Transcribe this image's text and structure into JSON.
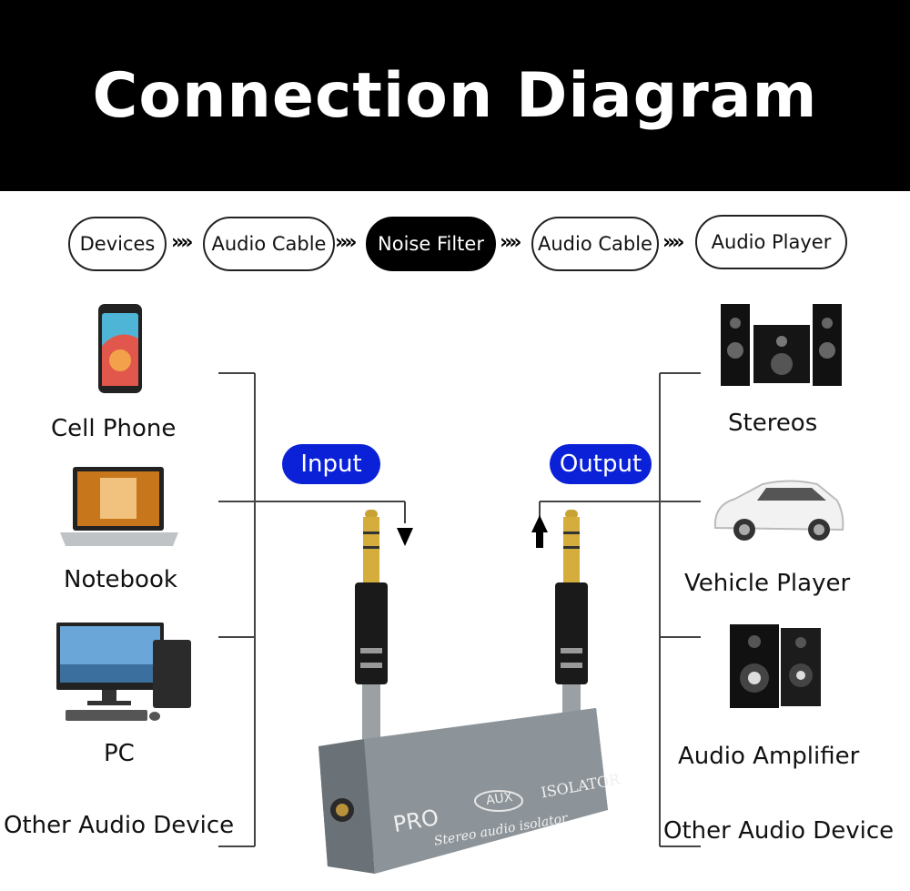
{
  "title": "Connection Diagram",
  "flow": [
    {
      "label": "Devices",
      "active": false
    },
    {
      "label": "Audio Cable",
      "active": false
    },
    {
      "label": "Noise Filter",
      "active": true
    },
    {
      "label": "Audio Cable",
      "active": false
    },
    {
      "label": "Audio Player",
      "active": false
    }
  ],
  "separator": "»»",
  "inputs": [
    "Cell Phone",
    "Notebook",
    "PC",
    "Other Audio Device"
  ],
  "outputs": [
    "Stereos",
    "Vehicle Player",
    "Audio Amplifier",
    "Other Audio Device"
  ],
  "input_tag": "Input",
  "output_tag": "Output",
  "device": {
    "brand": "PRO",
    "badge": "AUX",
    "model": "ISOLATOR",
    "caption": "Stereo audio isolator"
  },
  "colors": {
    "tag": "#0a21d8",
    "header": "#000000",
    "device": "#8a9196"
  }
}
